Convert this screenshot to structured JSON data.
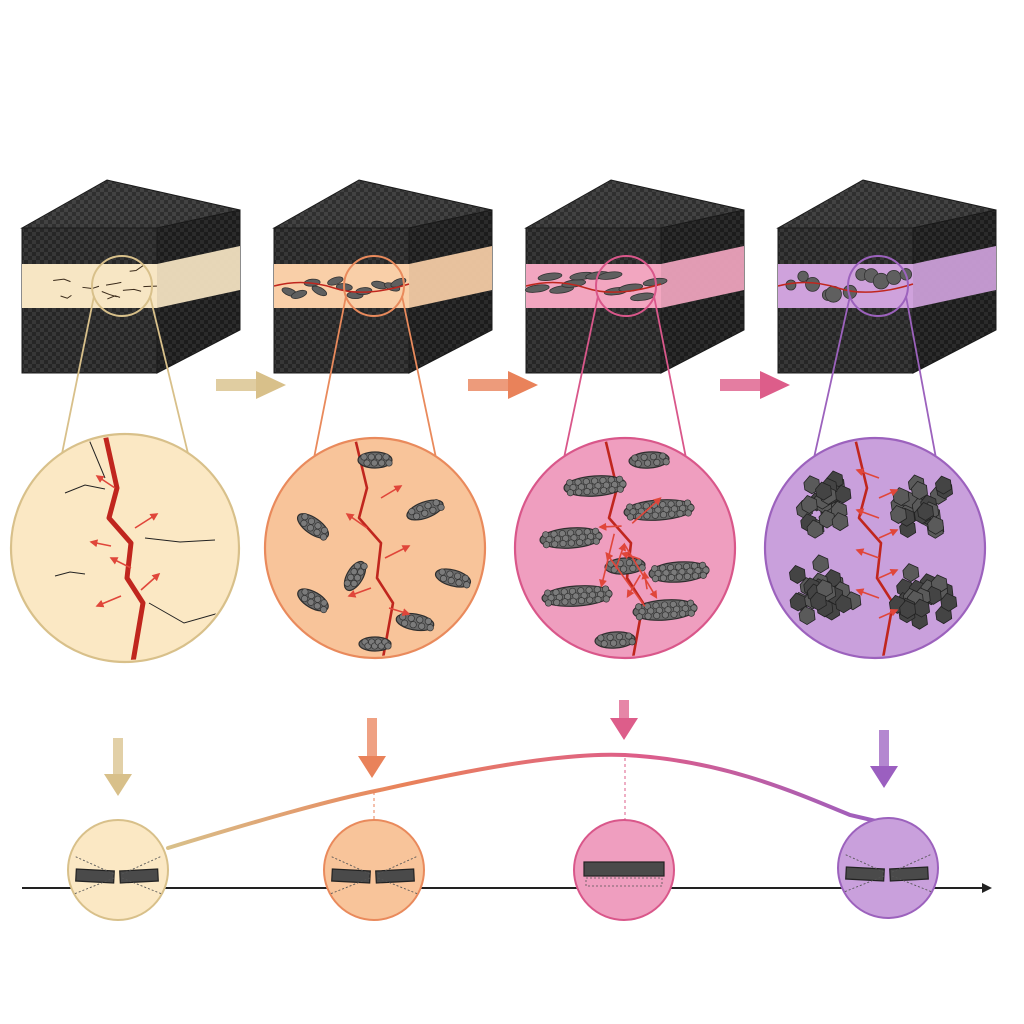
{
  "colors": {
    "background": "#ffffff",
    "cube_dark": "#2b2b2b",
    "cube_top": "#3a3a3a",
    "crack_red": "#c0261e",
    "arrow_red": "#e0463a",
    "filler_gray": "#5f5f5f",
    "axis": "#222222"
  },
  "stages": [
    {
      "id": "neat",
      "band_color": "#f7e6c4",
      "circle_fill": "#fbe8c4",
      "circle_stroke": "#d8c08a",
      "arrow_color": "#d8c08a",
      "filler": "none",
      "specimen": "broken"
    },
    {
      "id": "low-loading",
      "band_color": "#f9cfa8",
      "circle_fill": "#f8c49a",
      "circle_stroke": "#e98a5c",
      "arrow_color": "#e9825a",
      "filler": "sparse-platelets",
      "specimen": "broken"
    },
    {
      "id": "optimal-loading",
      "band_color": "#f2a6c0",
      "circle_fill": "#ef9ebf",
      "circle_stroke": "#d9578a",
      "arrow_color": "#dd5d8a",
      "filler": "aligned-platelets",
      "specimen": "intact"
    },
    {
      "id": "high-loading",
      "band_color": "#cfa2dc",
      "circle_fill": "#c9a0dc",
      "circle_stroke": "#9c62bd",
      "arrow_color": "#9b5fc0",
      "filler": "agglomerates",
      "specimen": "broken"
    }
  ],
  "trend_curve": {
    "shape": "rise-peak-fall",
    "peak_stage": "optimal-loading",
    "gradient": [
      "#d8c08a",
      "#e9825a",
      "#dd5d8a",
      "#9b5fc0"
    ]
  }
}
